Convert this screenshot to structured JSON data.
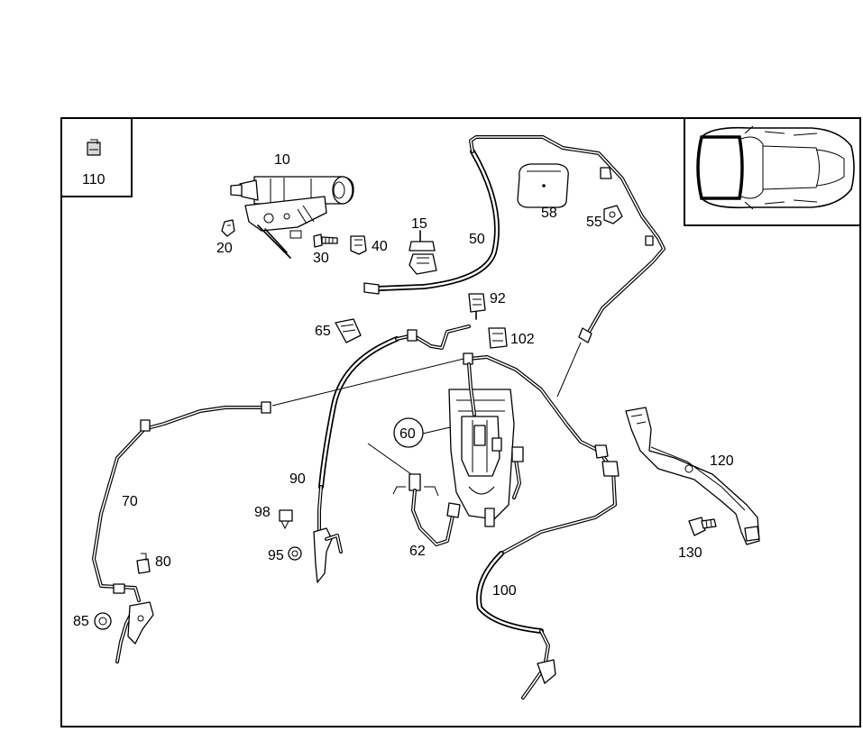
{
  "diagram": {
    "labels": {
      "l10": "10",
      "l15": "15",
      "l20": "20",
      "l30": "30",
      "l40": "40",
      "l50": "50",
      "l55": "55",
      "l58": "58",
      "l60": "60",
      "l62": "62",
      "l65": "65",
      "l70": "70",
      "l80": "80",
      "l85": "85",
      "l90": "90",
      "l92": "92",
      "l95": "95",
      "l98": "98",
      "l100": "100",
      "l102": "102",
      "l110": "110",
      "l120": "120",
      "l130": "130"
    }
  }
}
